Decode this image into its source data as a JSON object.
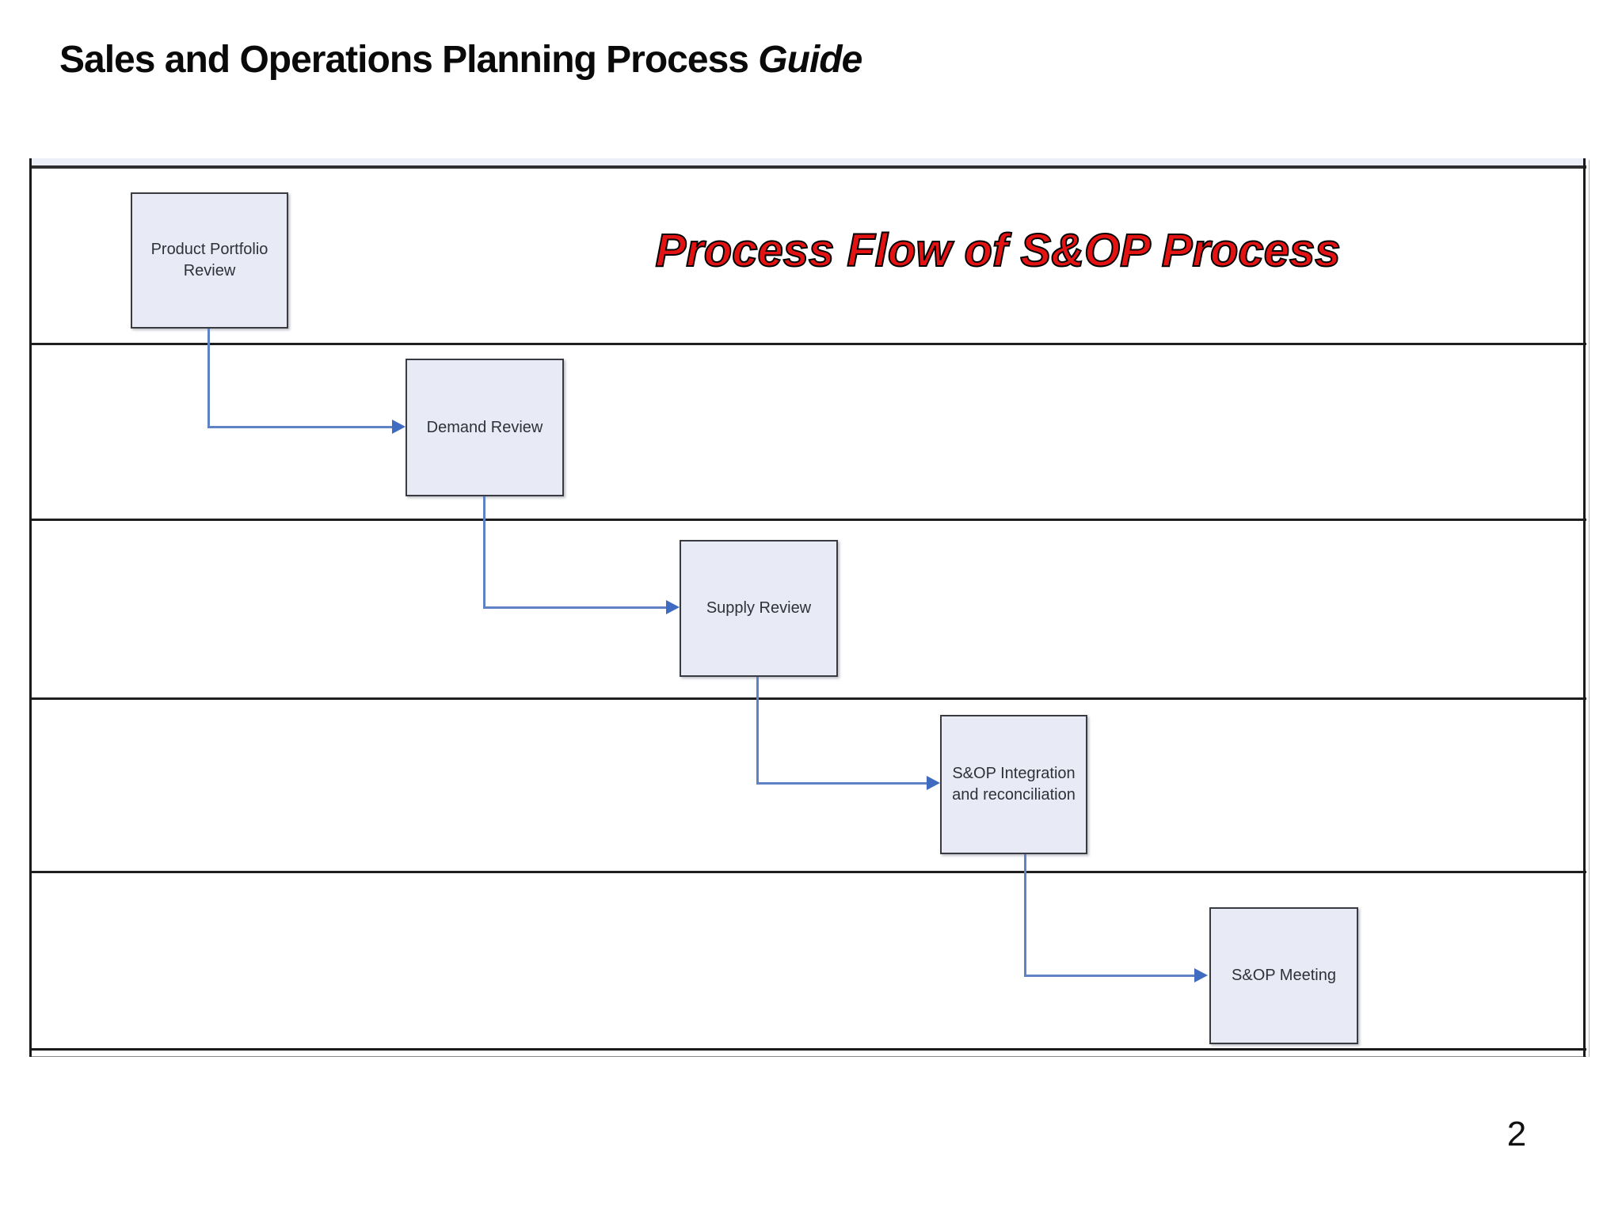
{
  "header": {
    "title_main": "Sales and Operations Planning Process ",
    "title_emphasis": "Guide"
  },
  "diagram": {
    "title": "Process Flow of S&OP Process",
    "title_color": "#e31313",
    "node_fill_color": "#e8ebf5",
    "node_border_color": "#3a3b40",
    "connector_color": "#5e82c4",
    "lane_count": 5,
    "nodes": [
      {
        "id": "product-portfolio-review",
        "label": "Product Portfolio Review"
      },
      {
        "id": "demand-review",
        "label": "Demand Review"
      },
      {
        "id": "supply-review",
        "label": "Supply Review"
      },
      {
        "id": "sop-integration",
        "label": "S&OP Integration and reconciliation"
      },
      {
        "id": "sop-meeting",
        "label": "S&OP Meeting"
      }
    ],
    "connections": [
      {
        "from": "product-portfolio-review",
        "to": "demand-review"
      },
      {
        "from": "demand-review",
        "to": "supply-review"
      },
      {
        "from": "supply-review",
        "to": "sop-integration"
      },
      {
        "from": "sop-integration",
        "to": "sop-meeting"
      }
    ]
  },
  "footer": {
    "page_number": "2"
  }
}
